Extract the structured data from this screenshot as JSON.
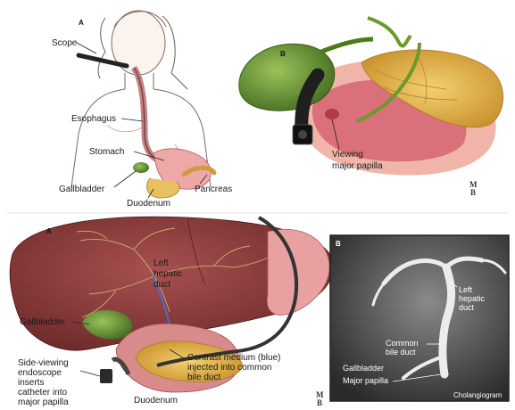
{
  "top_figure": {
    "panel_a_letter": "A",
    "panel_b_letter": "B",
    "labels": {
      "scope": "Scope",
      "esophagus": "Esophagus",
      "stomach": "Stomach",
      "gallbladder": "Gallbladder",
      "duodenum": "Duodenum",
      "pancreas": "Pancreas",
      "viewing_line1": "Viewing",
      "viewing_line2": "major papilla"
    }
  },
  "bottom_figure": {
    "panel_a_letter": "A",
    "panel_b_letter": "B",
    "labels": {
      "left_hepatic_duct_line1": "Left",
      "left_hepatic_duct_line2": "hepatic",
      "left_hepatic_duct_line3": "duct",
      "gallbladder": "Gallbladder",
      "contrast_line1": "Contrast medium (blue)",
      "contrast_line2": "injected into common",
      "contrast_line3": "bile duct",
      "endoscope_line1": "Side-viewing",
      "endoscope_line2": "endoscope",
      "endoscope_line3": "inserts",
      "endoscope_line4": "catheter into",
      "endoscope_line5": "major papilla",
      "duodenum": "Duodenum"
    },
    "xray_labels": {
      "left_hepatic_line1": "Left",
      "left_hepatic_line2": "hepatic",
      "left_hepatic_line3": "duct",
      "common_bile_line1": "Common",
      "common_bile_line2": "bile duct",
      "gallbladder": "Gallbladder",
      "major_papilla": "Major papilla",
      "caption": "Cholangiogram"
    }
  },
  "colors": {
    "liver": "#8a3a3a",
    "gallbladder": "#5f8a2e",
    "pancreas": "#e2b44c",
    "stomach": "#e8a0a0",
    "contrast": "#3a66c8"
  }
}
